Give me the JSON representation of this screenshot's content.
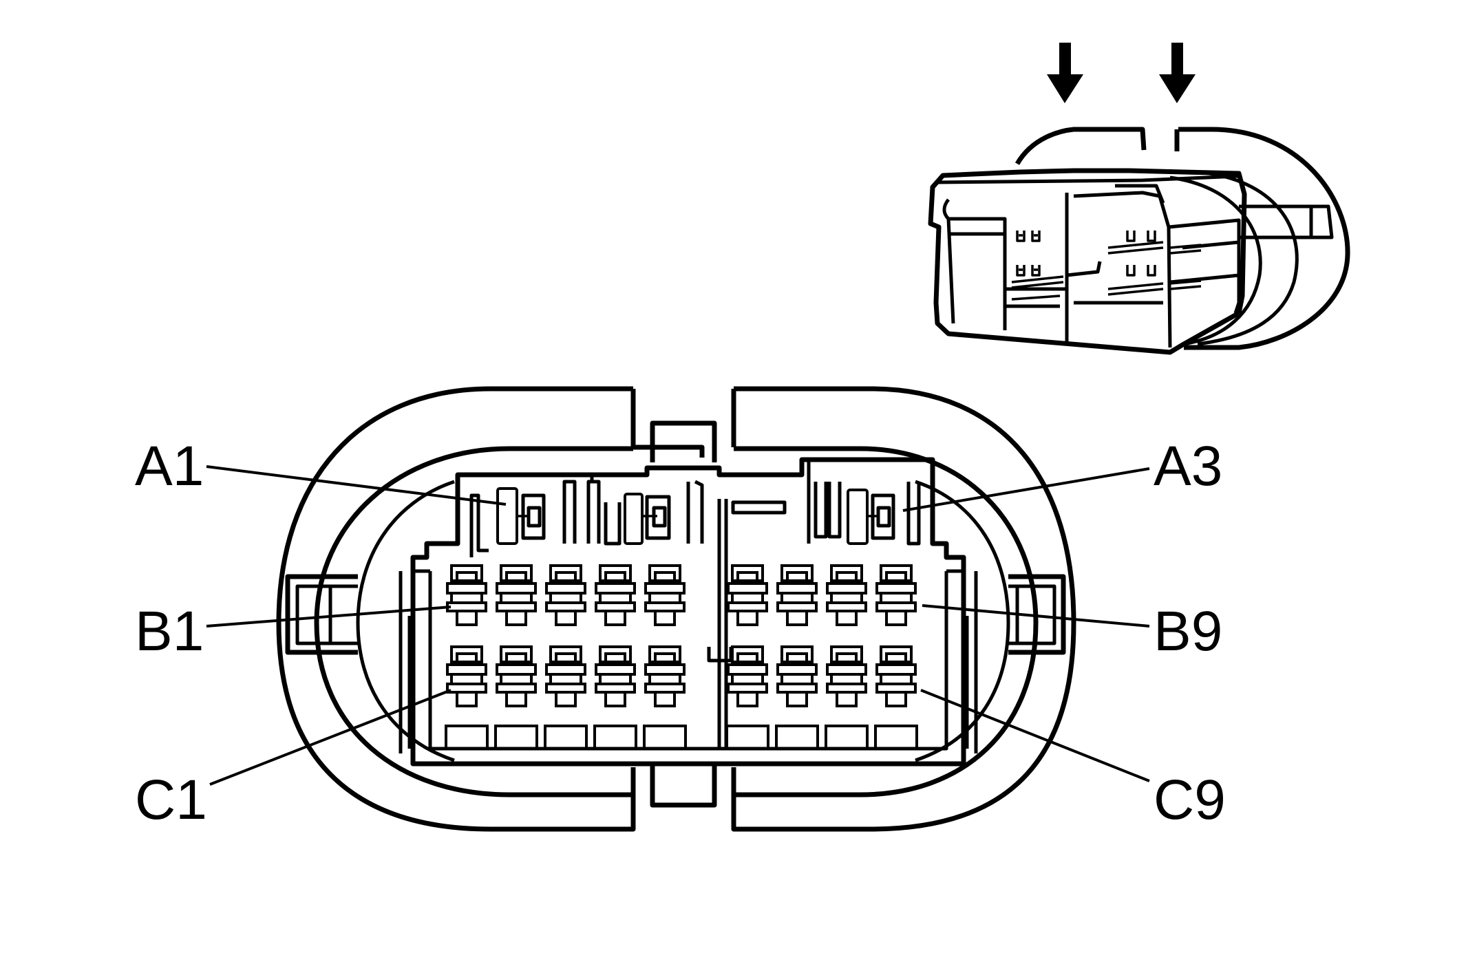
{
  "diagram": {
    "pin_labels": {
      "a1": "A1",
      "a3": "A3",
      "b1": "B1",
      "b9": "B9",
      "c1": "C1",
      "c9": "C9"
    },
    "colors": {
      "line": "#000000",
      "background": "#ffffff"
    }
  }
}
